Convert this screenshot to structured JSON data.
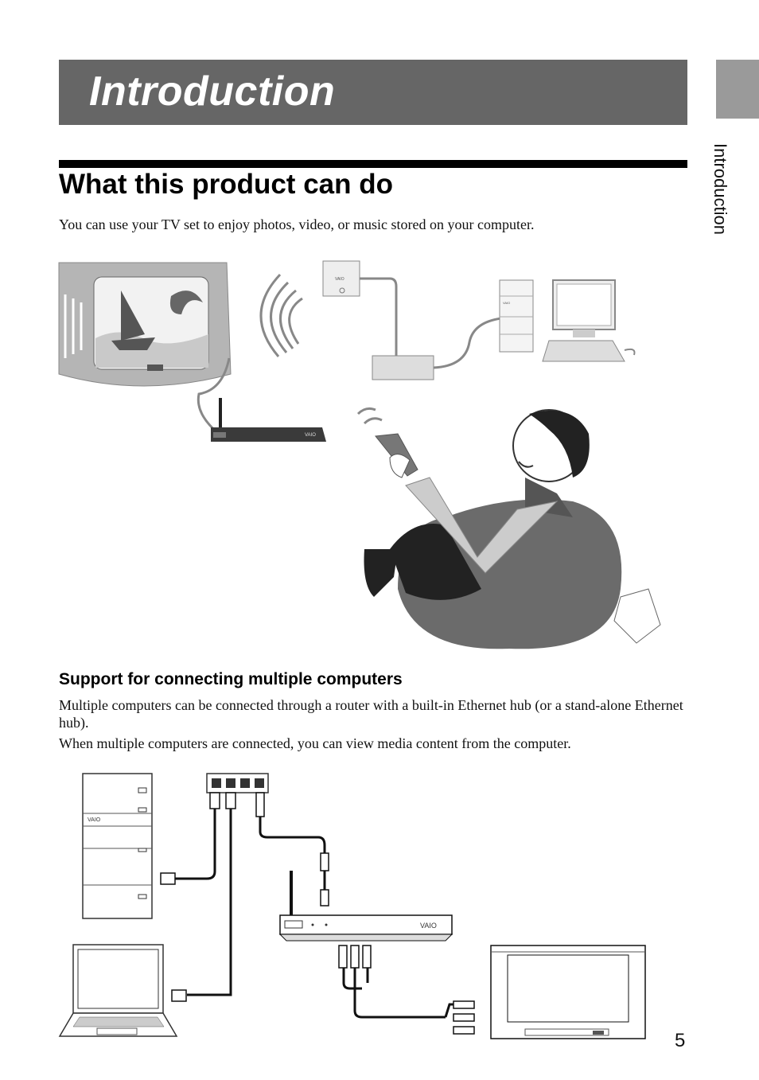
{
  "chapter": {
    "title": "Introduction"
  },
  "side_tab": {
    "label": "Introduction"
  },
  "section": {
    "title": "What this product can do",
    "intro": "You can use your TV set to enjoy photos, video, or music stored on your computer."
  },
  "subsection": {
    "title": "Support for connecting multiple computers",
    "paragraphs": [
      "Multiple computers can be connected through a router with a built-in Ethernet hub (or a stand-alone Ethernet hub).",
      "When multiple computers are connected, you can view media content from the computer."
    ]
  },
  "page": {
    "number": "5"
  },
  "colors": {
    "banner": "#666666",
    "tab": "#9a9a9a",
    "rule": "#000000"
  },
  "illustrations": {
    "top": {
      "brand_marks": [
        "VAIO",
        "VAIO",
        "VAIO"
      ]
    },
    "bottom": {
      "brand_marks": [
        "VAIO",
        "VAIO"
      ]
    }
  }
}
